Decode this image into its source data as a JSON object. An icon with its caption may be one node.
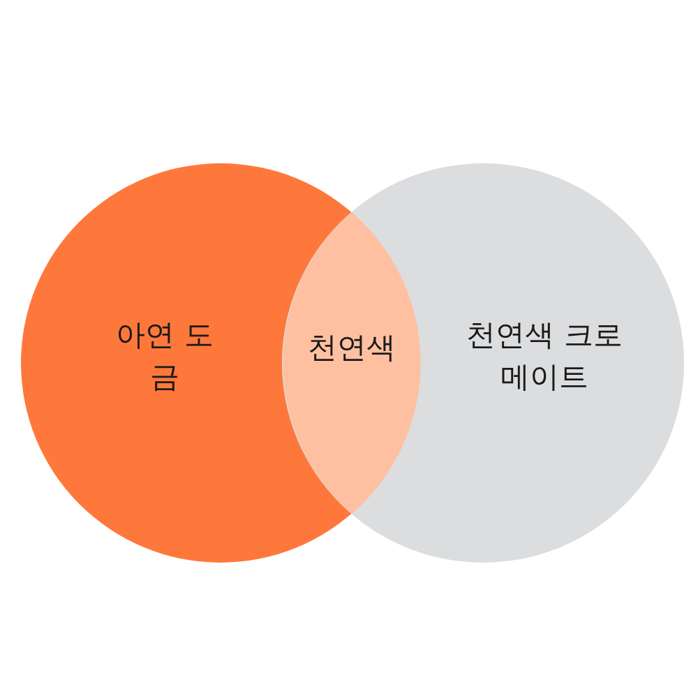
{
  "diagram": {
    "nodes": [
      {
        "text": [
          "아연 도금"
        ]
      },
      {
        "text": [
          "천연색 크로메이트"
        ]
      },
      {
        "text": [
          "천연색"
        ]
      }
    ]
  }
}
